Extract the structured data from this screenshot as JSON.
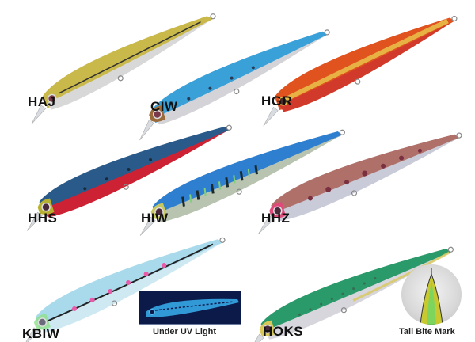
{
  "lures": [
    {
      "code": "HAJ",
      "back": "#c9b84a",
      "belly": "#d8d8d8",
      "accent": "#e8e09a",
      "stripe": "#333333"
    },
    {
      "code": "CIW",
      "back": "#3aa0d8",
      "belly": "#d4d4d8",
      "accent": "#9fd3ef",
      "stripe": "#2a3a55"
    },
    {
      "code": "HGR",
      "back": "#e0521e",
      "belly": "#d13a2a",
      "accent": "#e8c24a",
      "stripe": "#b8861e"
    },
    {
      "code": "HHS",
      "back": "#2a5a8a",
      "belly": "#cc2233",
      "accent": "#6fb3d8",
      "stripe": "#1a2a3a"
    },
    {
      "code": "HIW",
      "back": "#2f7fd0",
      "belly": "#b8c4b0",
      "accent": "#7fd07a",
      "stripe": "#1a2a2a"
    },
    {
      "code": "HHZ",
      "back": "#b0706a",
      "belly": "#c9ccd8",
      "accent": "#8aa0c8",
      "stripe": "#7a3040"
    },
    {
      "code": "KBIW",
      "back": "#9fd6ea",
      "belly": "#cfe9f2",
      "accent": "#e95aa8",
      "stripe": "#222222"
    },
    {
      "code": "HOKS",
      "back": "#2a9a6a",
      "belly": "#d6d6dc",
      "accent": "#d8c85a",
      "stripe": "#3a5a4a"
    }
  ],
  "insets": {
    "uv": {
      "caption": "Under UV Light",
      "bg": "#0c1a4a",
      "glow": "#3ab0f0"
    },
    "tail": {
      "caption": "Tail Bite Mark",
      "color": "#c8c830"
    }
  }
}
